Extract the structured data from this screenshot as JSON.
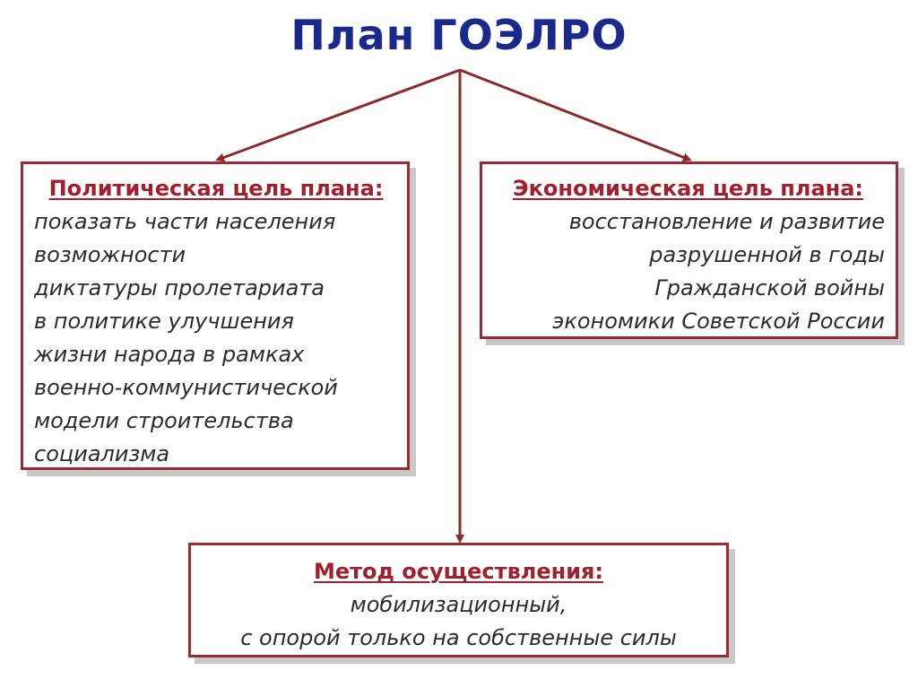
{
  "title": "План ГОЭЛРО",
  "colors": {
    "title": "#1a2a8c",
    "accent": "#a0212d",
    "connector": "#8b2a2a",
    "shadow": "#c9c9c9"
  },
  "political": {
    "heading": "Политическая цель плана:",
    "lines": [
      "показать части населения",
      "возможности",
      "диктатуры пролетариата",
      "в политике улучшения",
      "жизни народа в рамках",
      "военно-коммунистической",
      "модели строительства",
      "социализма"
    ]
  },
  "economic": {
    "heading": "Экономическая цель плана:",
    "lines": [
      "восстановление и развитие",
      "разрушенной в годы",
      "Гражданской войны",
      "экономики Советской России"
    ]
  },
  "method": {
    "heading": "Метод осуществления:",
    "lines": [
      "мобилизационный,",
      "с опорой только на собственные силы"
    ]
  }
}
